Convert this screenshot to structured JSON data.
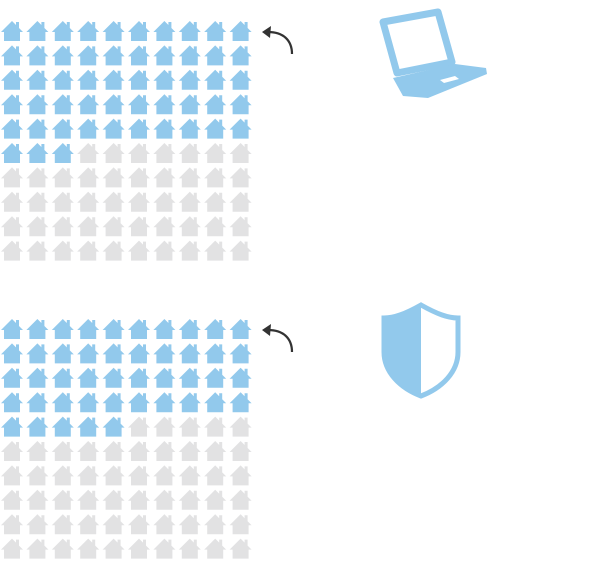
{
  "colors": {
    "filled": "#92c9ec",
    "empty": "#e2e2e3",
    "arrow": "#333333"
  },
  "chart_data": [
    {
      "type": "pictogram",
      "icon": "house-icon",
      "grid": [
        10,
        10
      ],
      "total": 100,
      "filled": 53,
      "category_icon": "laptop-icon"
    },
    {
      "type": "pictogram",
      "icon": "house-icon",
      "grid": [
        10,
        10
      ],
      "total": 100,
      "filled": 45,
      "category_icon": "shield-icon"
    }
  ]
}
